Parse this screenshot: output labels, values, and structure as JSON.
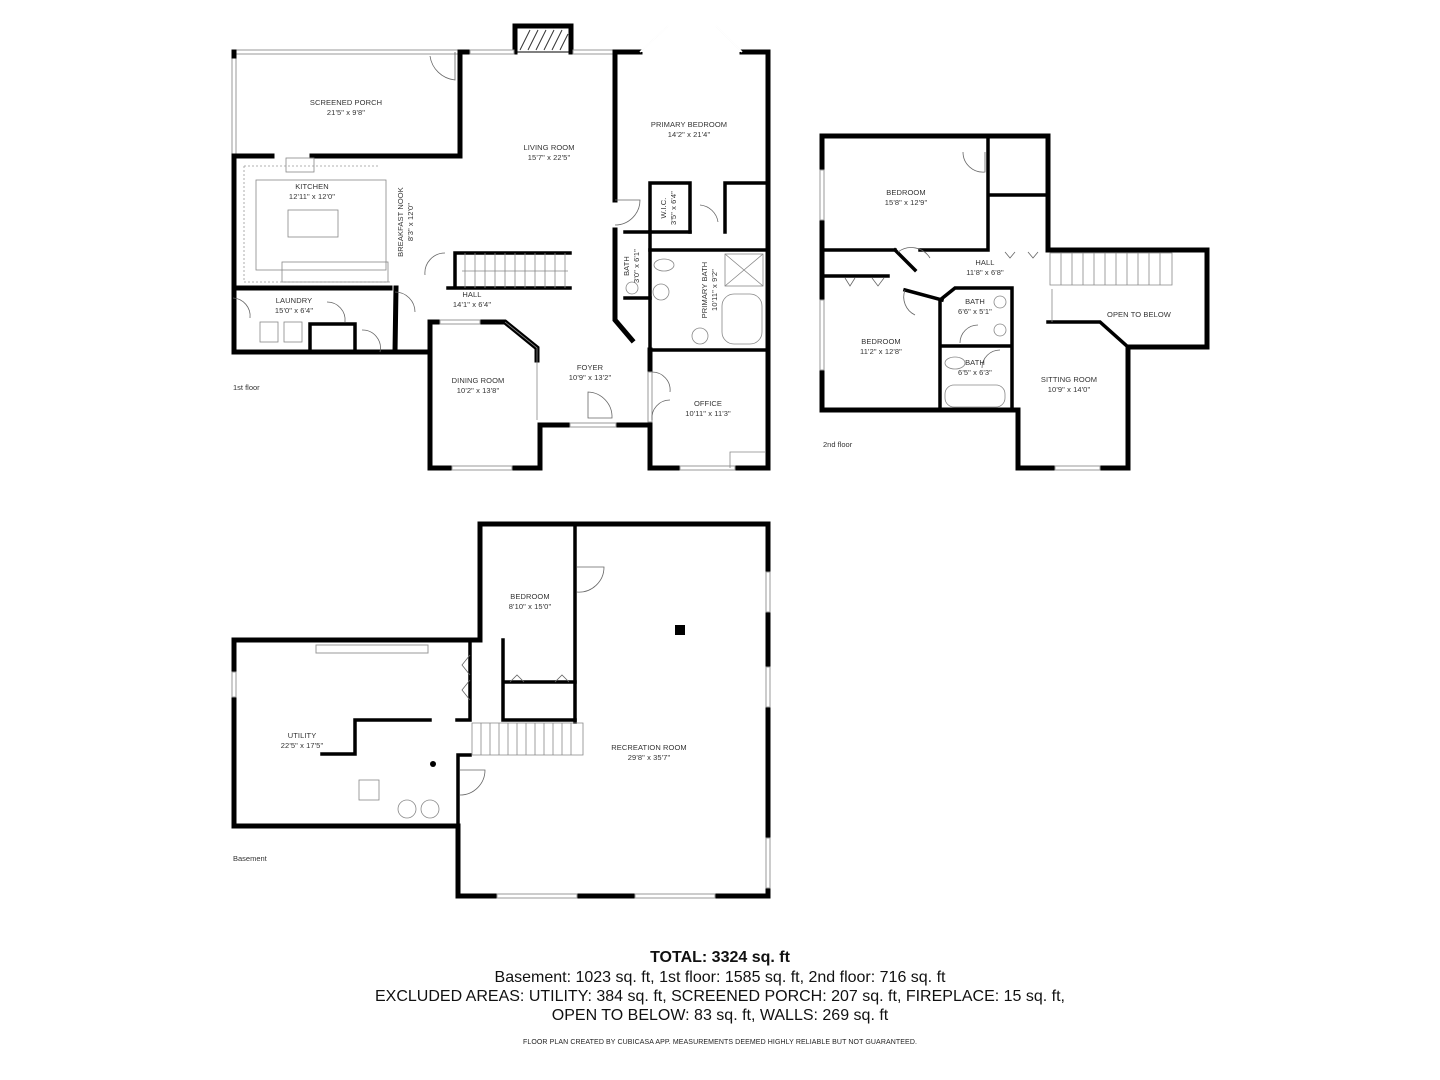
{
  "floors": {
    "first": {
      "name": "1st floor",
      "rooms": [
        {
          "id": "screened-porch",
          "name": "SCREENED PORCH",
          "dim": "21'5\" x 9'8\""
        },
        {
          "id": "living-room",
          "name": "LIVING ROOM",
          "dim": "15'7\" x 22'5\""
        },
        {
          "id": "primary-bedroom",
          "name": "PRIMARY BEDROOM",
          "dim": "14'2\" x 21'4\""
        },
        {
          "id": "kitchen",
          "name": "KITCHEN",
          "dim": "12'11\" x 12'0\""
        },
        {
          "id": "breakfast-nook",
          "name": "BREAKFAST NOOK",
          "dim": "8'3\" x 12'0\""
        },
        {
          "id": "wic",
          "name": "W.I.C.",
          "dim": "3'5\" x 6'4\""
        },
        {
          "id": "bath",
          "name": "BATH",
          "dim": "3'0\" x 6'1\""
        },
        {
          "id": "primary-bath",
          "name": "PRIMARY BATH",
          "dim": "10'11\" x 9'2\""
        },
        {
          "id": "laundry",
          "name": "LAUNDRY",
          "dim": "15'0\" x 6'4\""
        },
        {
          "id": "hall",
          "name": "HALL",
          "dim": "14'1\" x 6'4\""
        },
        {
          "id": "dining-room",
          "name": "DINING ROOM",
          "dim": "10'2\" x 13'8\""
        },
        {
          "id": "foyer",
          "name": "FOYER",
          "dim": "10'9\" x 13'2\""
        },
        {
          "id": "office",
          "name": "OFFICE",
          "dim": "10'11\" x 11'3\""
        }
      ]
    },
    "second": {
      "name": "2nd floor",
      "rooms": [
        {
          "id": "bedroom-1",
          "name": "BEDROOM",
          "dim": "15'8\" x 12'9\""
        },
        {
          "id": "hall",
          "name": "HALL",
          "dim": "11'8\" x 6'8\""
        },
        {
          "id": "bath-1",
          "name": "BATH",
          "dim": "6'6\" x 5'1\""
        },
        {
          "id": "open-to-below",
          "name": "OPEN TO BELOW",
          "dim": ""
        },
        {
          "id": "bedroom-2",
          "name": "BEDROOM",
          "dim": "11'2\" x 12'8\""
        },
        {
          "id": "bath-2",
          "name": "BATH",
          "dim": "6'5\" x 6'3\""
        },
        {
          "id": "sitting-room",
          "name": "SITTING ROOM",
          "dim": "10'9\" x 14'0\""
        }
      ]
    },
    "basement": {
      "name": "Basement",
      "rooms": [
        {
          "id": "bedroom",
          "name": "BEDROOM",
          "dim": "8'10\" x 15'0\""
        },
        {
          "id": "utility",
          "name": "UTILITY",
          "dim": "22'5\" x 17'5\""
        },
        {
          "id": "recreation-room",
          "name": "RECREATION ROOM",
          "dim": "29'8\" x 35'7\""
        }
      ]
    }
  },
  "summary": {
    "total": "TOTAL: 3324 sq. ft",
    "by_floor": "Basement: 1023 sq. ft, 1st floor: 1585 sq. ft, 2nd floor: 716 sq. ft",
    "excluded_line1": "EXCLUDED AREAS: UTILITY: 384 sq. ft, SCREENED PORCH: 207 sq. ft, FIREPLACE: 15 sq. ft,",
    "excluded_line2": "OPEN TO BELOW: 83 sq. ft, WALLS: 269 sq. ft",
    "disclaimer": "FLOOR PLAN CREATED BY CUBICASA APP. MEASUREMENTS DEEMED HIGHLY RELIABLE BUT NOT GUARANTEED."
  },
  "areas_sqft": {
    "total": 3324,
    "basement": 1023,
    "first_floor": 1585,
    "second_floor": 716,
    "excluded": {
      "utility": 384,
      "screened_porch": 207,
      "fireplace": 15,
      "open_to_below": 83,
      "walls": 269
    }
  }
}
